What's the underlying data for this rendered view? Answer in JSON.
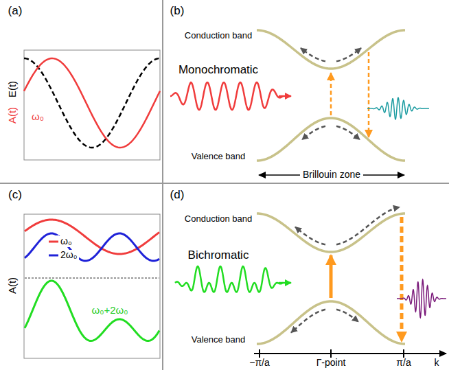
{
  "diagram": {
    "labels": [
      "(a)",
      "A(t)",
      "E(t)",
      "ω₀",
      "(b)",
      "Conduction band",
      "Monochromatic",
      "Valence band",
      "Brillouin zone",
      "(c)",
      "A(t)",
      "ω₀+2ω₀",
      "(d)",
      "Conduction band",
      "Bichromatic",
      "Valence band",
      "−π/a",
      "Γ-point",
      "π/a",
      "k"
    ],
    "legend": [
      {
        "text": "ω₀"
      },
      {
        "text": "2ω₀"
      }
    ]
  }
}
